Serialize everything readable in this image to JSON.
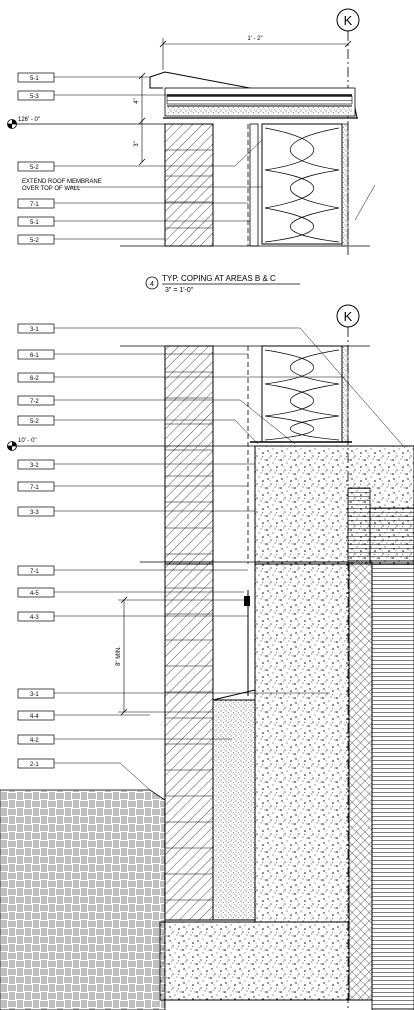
{
  "grid_bubble_top": "K",
  "grid_bubble_mid": "K",
  "dim_width": "1' - 2\"",
  "dim_4in": "4\"",
  "dim_3in": "3\"",
  "dim_8in_min": "8\" MIN.",
  "elev_top": "126' - 0\"",
  "elev_mid": "10' - 0\"",
  "note_line1": "EXTEND ROOF MEMBRANE",
  "note_line2": "OVER TOP OF WALL",
  "detail_number": "4",
  "detail_title": "TYP. COPING AT AREAS B & C",
  "detail_scale": "3\" = 1'-0\"",
  "tags_top": [
    "5-1",
    "5-3",
    "5-2",
    "7-1",
    "5-1",
    "5-2"
  ],
  "tags_mid": [
    "3-1",
    "6-1",
    "6-2",
    "7-2",
    "5-2",
    "3-2",
    "7-1",
    "3-3"
  ],
  "tags_bot": [
    "7-1",
    "4-5",
    "4-3",
    "3-1",
    "4-4",
    "4-2",
    "2-1"
  ]
}
